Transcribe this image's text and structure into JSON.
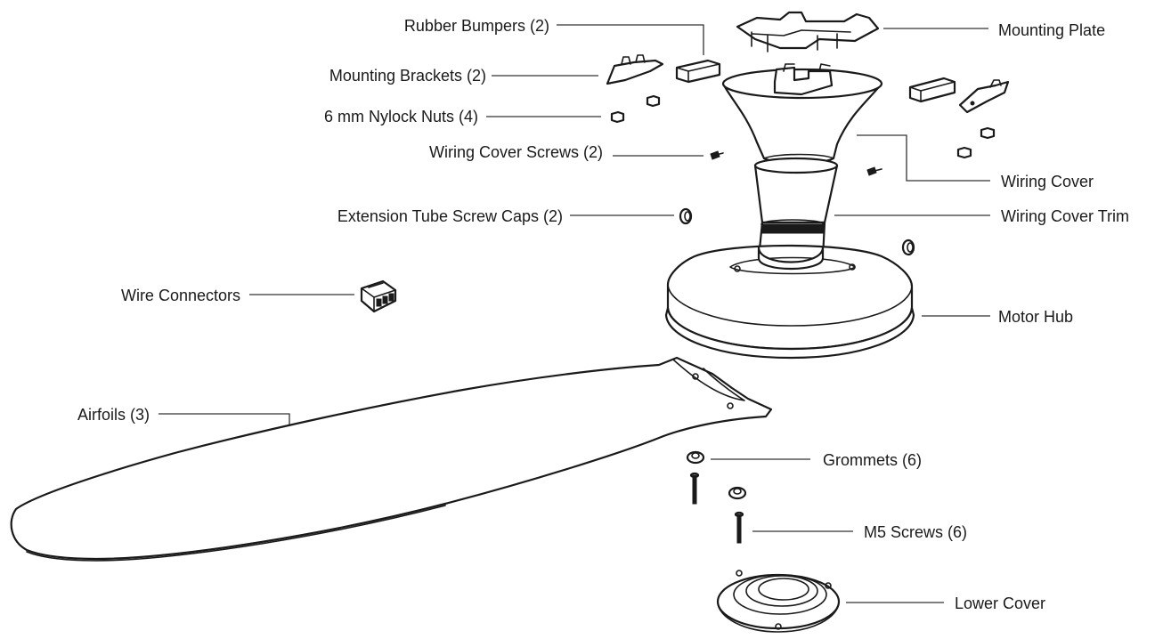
{
  "labels": {
    "rubber_bumpers": "Rubber Bumpers (2)",
    "mounting_plate": "Mounting Plate",
    "mounting_brackets": "Mounting Brackets (2)",
    "nylock_nuts": "6 mm Nylock Nuts (4)",
    "wiring_cover_screws": "Wiring Cover Screws (2)",
    "wiring_cover": "Wiring Cover",
    "extension_tube_screw_caps": "Extension Tube Screw Caps (2)",
    "wiring_cover_trim": "Wiring Cover Trim",
    "wire_connectors": "Wire Connectors",
    "motor_hub": "Motor Hub",
    "airfoils": "Airfoils (3)",
    "grommets": "Grommets (6)",
    "m5_screws": "M5 Screws (6)",
    "lower_cover": "Lower Cover"
  },
  "colors": {
    "line": "#1a1a1a",
    "background": "#ffffff"
  }
}
